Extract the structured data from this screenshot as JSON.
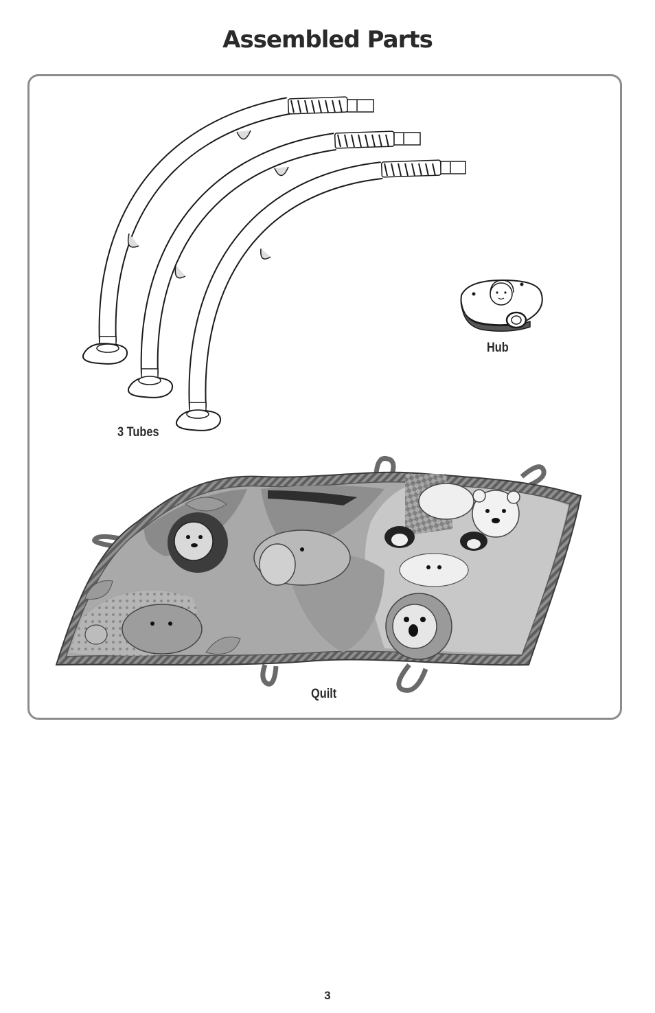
{
  "page": {
    "title": "Assembled Parts",
    "number": "3"
  },
  "parts": [
    {
      "id": "tubes",
      "label": "3 Tubes",
      "quantity": 3
    },
    {
      "id": "hub",
      "label": "Hub",
      "quantity": 1
    },
    {
      "id": "quilt",
      "label": "Quilt",
      "quantity": 1
    }
  ]
}
